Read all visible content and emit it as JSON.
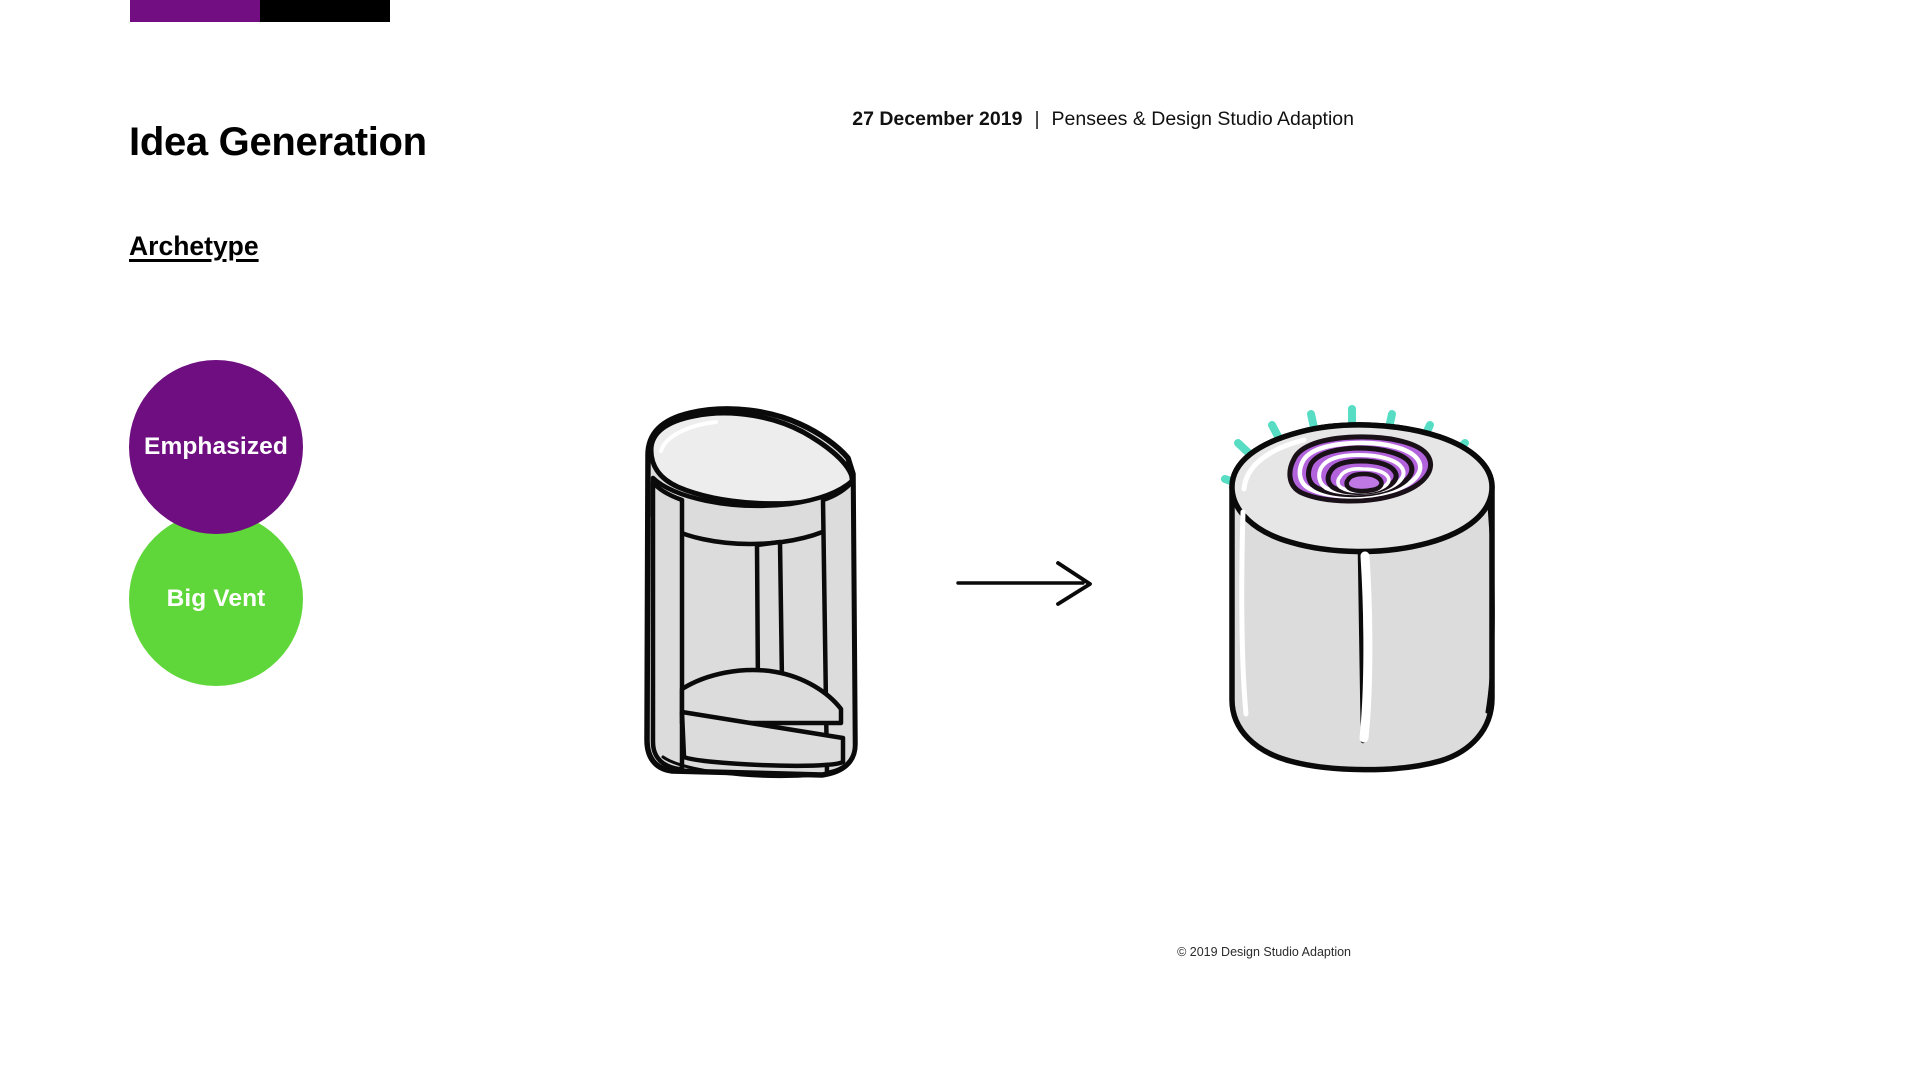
{
  "slide": {
    "title": "Idea Generation",
    "section_heading": "Archetype",
    "meta": {
      "date": "27 December 2019",
      "separator": "|",
      "organization": "Pensees & Design Studio Adaption"
    },
    "footer": {
      "copyright": "© 2019 Design Studio Adaption"
    }
  },
  "brandbar": {
    "segments": [
      {
        "name": "purple",
        "color": "#730E82"
      },
      {
        "name": "black",
        "color": "#000000"
      }
    ]
  },
  "tags": [
    {
      "label": "Emphasized",
      "color": "#6E0E80",
      "text_color": "#FFFFFF"
    },
    {
      "label": "Big  Vent",
      "color": "#5FD63A",
      "text_color": "#FFFFFF"
    }
  ],
  "diagram": {
    "left_sketch": {
      "name": "triangular-prism-open-vent-concept",
      "body_fill": "#DCDCDC",
      "stroke": "#0A0A0A",
      "highlight": "#FFFFFF"
    },
    "arrow": {
      "name": "transformation-arrow",
      "direction": "right",
      "color": "#0A0A0A"
    },
    "right_sketch": {
      "name": "rounded-box-glowing-vent-concept",
      "body_fill": "#DCDCDC",
      "stroke": "#0A0A0A",
      "vent_color": "#B263DC",
      "glow_color": "#4FDCC0",
      "highlight": "#FFFFFF"
    }
  },
  "colors": {
    "brand_purple": "#6E0E80",
    "brand_green": "#5FD63A",
    "vent_purple": "#B263DC",
    "glow_teal": "#4FDCC0",
    "sketch_gray": "#DCDCDC",
    "ink": "#0A0A0A",
    "background": "#FFFFFF"
  }
}
